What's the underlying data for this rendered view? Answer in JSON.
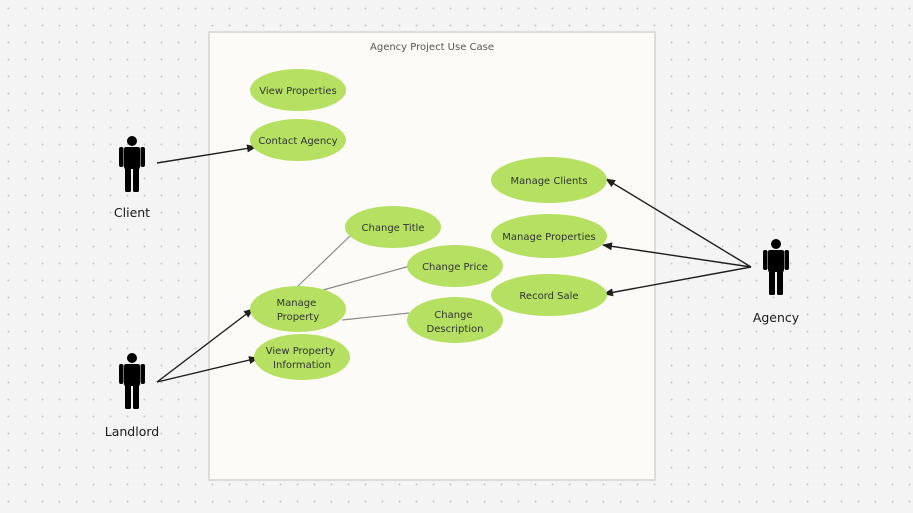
{
  "diagram": {
    "system_title": "Agency Project Use Case",
    "actors": {
      "client": {
        "label": "Client"
      },
      "landlord": {
        "label": "Landlord"
      },
      "agency": {
        "label": "Agency"
      }
    },
    "use_cases": {
      "view_properties": {
        "lines": [
          "View Properties"
        ]
      },
      "contact_agency": {
        "lines": [
          "Contact Agency"
        ]
      },
      "manage_clients": {
        "lines": [
          "Manage Clients"
        ]
      },
      "change_title": {
        "lines": [
          "Change Title"
        ]
      },
      "manage_properties": {
        "lines": [
          "Manage Properties"
        ]
      },
      "change_price": {
        "lines": [
          "Change Price"
        ]
      },
      "record_sale": {
        "lines": [
          "Record Sale"
        ]
      },
      "manage_property": {
        "lines": [
          "Manage",
          "Property"
        ]
      },
      "change_description": {
        "lines": [
          "Change",
          "Description"
        ]
      },
      "view_property_information": {
        "lines": [
          "View Property",
          "Information"
        ]
      }
    },
    "associations": [
      {
        "from": "client",
        "to": "contact_agency"
      },
      {
        "from": "landlord",
        "to": "manage_property"
      },
      {
        "from": "landlord",
        "to": "view_property_information"
      },
      {
        "from": "agency",
        "to": "manage_clients"
      },
      {
        "from": "agency",
        "to": "manage_properties"
      },
      {
        "from": "agency",
        "to": "record_sale"
      }
    ],
    "sub_links": [
      {
        "from": "manage_property",
        "to": "change_title"
      },
      {
        "from": "manage_property",
        "to": "change_price"
      },
      {
        "from": "manage_property",
        "to": "change_description"
      }
    ],
    "colors": {
      "use_case_fill": "#b5e061",
      "actor": "#000000",
      "association_line": "#1f1f1f",
      "sub_link_line": "#8a8a8a"
    }
  }
}
